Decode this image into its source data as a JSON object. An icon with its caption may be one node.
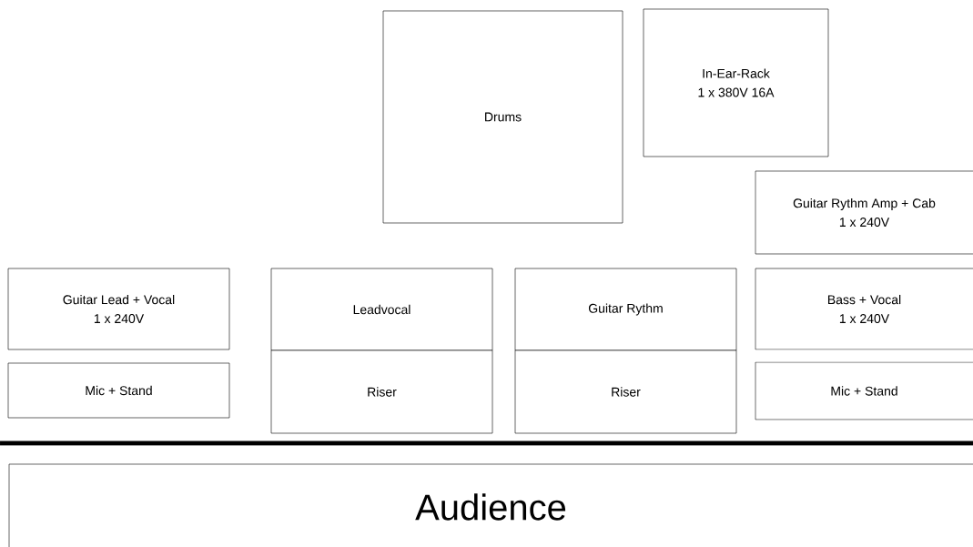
{
  "diagram": {
    "nodes": [
      {
        "text": [
          "Drums"
        ]
      },
      {
        "text": [
          "In-Ear-Rack",
          "1 x 380V 16A"
        ]
      },
      {
        "text": [
          "Guitar Rythm Amp + Cab",
          "1 x 240V"
        ]
      },
      {
        "text": [
          "Guitar Lead + Vocal",
          "1 x 240V"
        ]
      },
      {
        "text": [
          "Leadvocal"
        ]
      },
      {
        "text": [
          "Guitar Rythm"
        ]
      },
      {
        "text": [
          "Bass + Vocal",
          "1 x 240V"
        ]
      },
      {
        "text": [
          "Mic + Stand"
        ]
      },
      {
        "text": [
          "Riser"
        ]
      },
      {
        "text": [
          "Riser"
        ]
      },
      {
        "text": [
          "Mic + Stand"
        ]
      },
      {
        "text": [
          "Audience"
        ]
      }
    ]
  }
}
